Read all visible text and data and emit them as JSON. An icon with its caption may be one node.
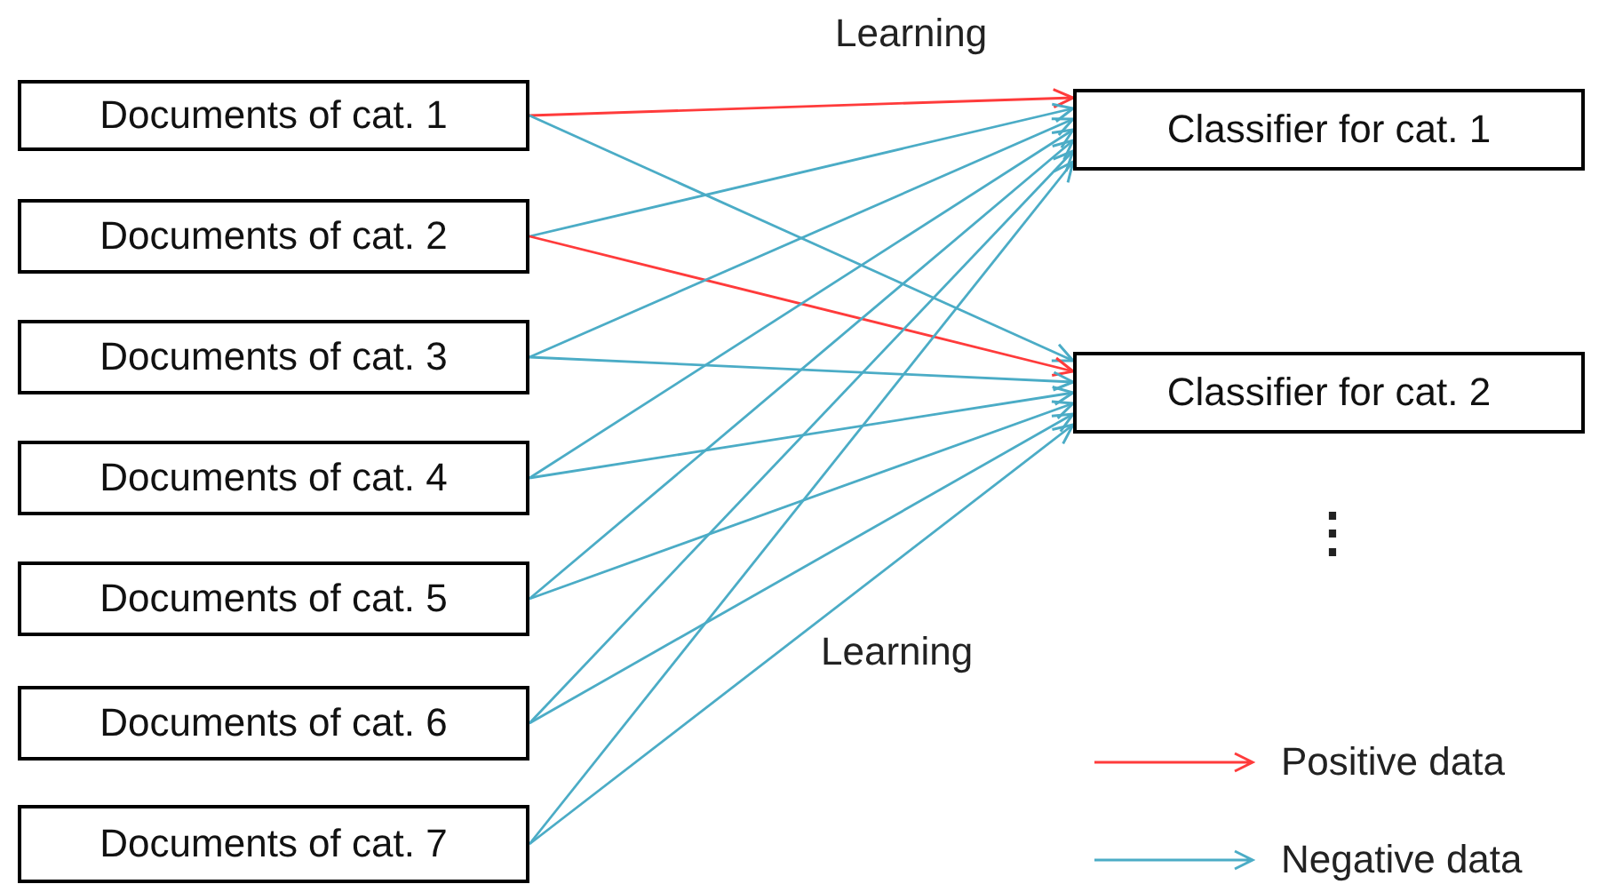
{
  "diagram": {
    "nodes": [
      {
        "text": [
          "Documents of cat. 1"
        ]
      },
      {
        "text": [
          "Documents of cat. 2"
        ]
      },
      {
        "text": [
          "Documents of cat. 3"
        ]
      },
      {
        "text": [
          "Documents of cat. 4"
        ]
      },
      {
        "text": [
          "Documents of cat. 5"
        ]
      },
      {
        "text": [
          "Documents of cat. 6"
        ]
      },
      {
        "text": [
          "Documents of cat. 7"
        ]
      },
      {
        "text": [
          "Classifier for cat. 1"
        ]
      },
      {
        "text": [
          "Classifier for cat. 2"
        ]
      }
    ],
    "edges": [
      {
        "from": 0,
        "to": 7,
        "arrow": "to",
        "color": "#ff3b3b"
      },
      {
        "from": 0,
        "to": 8,
        "arrow": "to"
      },
      {
        "from": 1,
        "to": 7,
        "arrow": "to"
      },
      {
        "from": 1,
        "to": 8,
        "arrow": "to",
        "color": "#ff3b3b"
      },
      {
        "from": 2,
        "to": 7,
        "arrow": "to"
      },
      {
        "from": 2,
        "to": 8,
        "arrow": "to"
      },
      {
        "from": 3,
        "to": 7,
        "arrow": "to"
      },
      {
        "from": 3,
        "to": 8,
        "arrow": "to"
      },
      {
        "from": 4,
        "to": 7,
        "arrow": "to"
      },
      {
        "from": 4,
        "to": 8,
        "arrow": "to"
      },
      {
        "from": 5,
        "to": 7,
        "arrow": "to"
      },
      {
        "from": 5,
        "to": 8,
        "arrow": "to"
      },
      {
        "from": 6,
        "to": 7,
        "arrow": "to"
      },
      {
        "from": 6,
        "to": 8,
        "arrow": "to"
      }
    ],
    "labels": [
      "Learning",
      "⋮",
      "Learning"
    ],
    "legend": [
      {
        "text": "Positive data"
      },
      {
        "text": "Negative data"
      }
    ]
  }
}
